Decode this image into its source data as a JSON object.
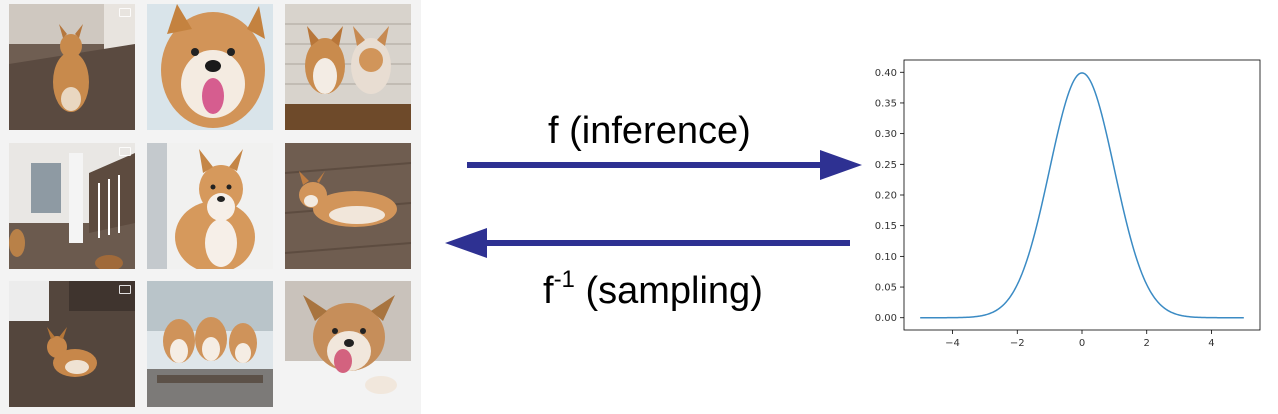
{
  "labels": {
    "forward_base": "f",
    "forward_rest": " (inference)",
    "inverse_base": "f",
    "inverse_sup": "-1",
    "inverse_rest": " (sampling)"
  },
  "grid": {
    "tiles": [
      {
        "name": "corgi-photo-1",
        "video_badge": true
      },
      {
        "name": "corgi-photo-2",
        "video_badge": false
      },
      {
        "name": "corgi-photo-3",
        "video_badge": false
      },
      {
        "name": "corgi-photo-4",
        "video_badge": true
      },
      {
        "name": "corgi-photo-5",
        "video_badge": false
      },
      {
        "name": "corgi-photo-6",
        "video_badge": false
      },
      {
        "name": "corgi-photo-7",
        "video_badge": true
      },
      {
        "name": "corgi-photo-8",
        "video_badge": false
      },
      {
        "name": "corgi-photo-9",
        "video_badge": false
      }
    ]
  },
  "colors": {
    "arrow": "#2e3192",
    "curve": "#3b8bc4"
  },
  "chart_data": {
    "type": "line",
    "title": "",
    "xlabel": "",
    "ylabel": "",
    "function": "standard normal pdf",
    "x_range": [
      -5,
      5
    ],
    "xlim": [
      -5.5,
      5.5
    ],
    "ylim": [
      -0.02,
      0.42
    ],
    "x_ticks": [
      -4,
      -2,
      0,
      2,
      4
    ],
    "x_tick_labels": [
      "−4",
      "−2",
      "0",
      "2",
      "4"
    ],
    "y_ticks": [
      0.0,
      0.05,
      0.1,
      0.15,
      0.2,
      0.25,
      0.3,
      0.35,
      0.4
    ],
    "y_tick_labels": [
      "0.00",
      "0.05",
      "0.10",
      "0.15",
      "0.20",
      "0.25",
      "0.30",
      "0.35",
      "0.40"
    ],
    "series": [
      {
        "x": [
          -5,
          -4.5,
          -4,
          -3.5,
          -3,
          -2.5,
          -2,
          -1.5,
          -1,
          -0.5,
          0,
          0.5,
          1,
          1.5,
          2,
          2.5,
          3,
          3.5,
          4,
          4.5,
          5
        ],
        "y": [
          1.5e-06,
          1.6e-05,
          0.000134,
          0.000873,
          0.00443,
          0.0175,
          0.054,
          0.1295,
          0.242,
          0.352,
          0.3989,
          0.352,
          0.242,
          0.1295,
          0.054,
          0.0175,
          0.00443,
          0.000873,
          0.000134,
          1.6e-05,
          1.5e-06
        ]
      }
    ]
  }
}
